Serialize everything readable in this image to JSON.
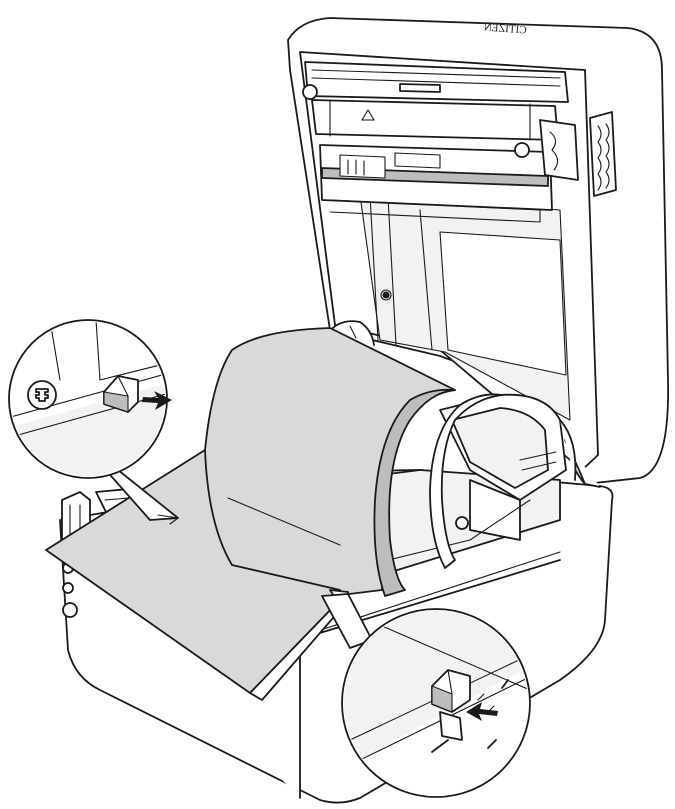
{
  "brand": {
    "logo_text": "CITIZEN",
    "logo_mirrored": true
  },
  "colors": {
    "outline": "#1a1a1a",
    "paper": "#d9d9d9",
    "paper_shadow": "#bdbdbd",
    "body": "#ffffff"
  },
  "callouts": [
    {
      "side": "left",
      "icon": "arrow-right-icon"
    },
    {
      "side": "bottom-right",
      "icon": "arrow-left-icon"
    }
  ]
}
